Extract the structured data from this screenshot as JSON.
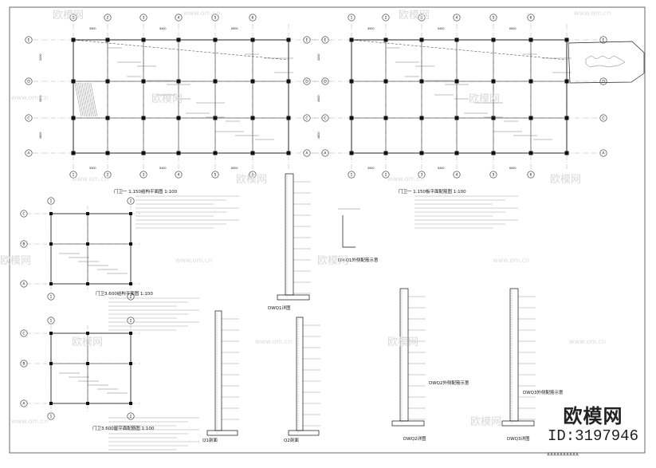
{
  "watermark": {
    "brand": "欧模网",
    "url": "www.om.cn"
  },
  "brand_badge": {
    "name": "欧模网",
    "id": "ID:3197946"
  },
  "drawing_titles": {
    "plan_1": "门卫一 1.150结构平面图  1:100",
    "plan_2": "门卫一 1.150板平面配筋图  1:100",
    "plan_3": "门卫3.600结构平面图  1:100",
    "plan_4": "门卫3.600屋平面配筋图  1:100",
    "wall_1": "DWQ1详图",
    "wall_2": "DWQ2详图",
    "wall_3": "DWQ3详图",
    "section_1": "Q1剖面",
    "section_2": "Q2剖面",
    "detail_1": "DWQ1外侧配筋示意",
    "detail_2": "DWQ2外侧配筋示意",
    "detail_3": "DWQ3外侧配筋示意"
  },
  "axes": {
    "cols": [
      "1",
      "2",
      "3",
      "4",
      "5",
      "6"
    ],
    "rows": [
      "A",
      "B",
      "C",
      "D",
      "E"
    ]
  },
  "dims": {
    "spans": [
      "3900",
      "5400",
      "6900"
    ],
    "heights": [
      "3200",
      "4600",
      "4800"
    ]
  },
  "footer": "某某某某某某某某某某"
}
